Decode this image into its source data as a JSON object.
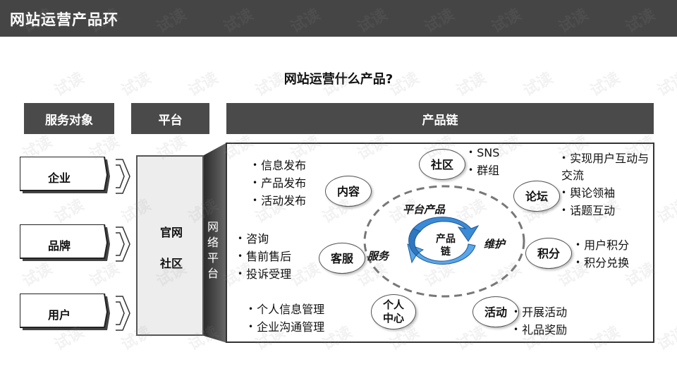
{
  "header": {
    "title": "网站运营产品环"
  },
  "question": "网站运营什么产品?",
  "columns": {
    "target": "服务对象",
    "platform": "平台",
    "chain": "产品链"
  },
  "targets": [
    "企业",
    "品牌",
    "用户"
  ],
  "platform": {
    "official_site": "官网",
    "community": "社区",
    "network_platform": "网络平台"
  },
  "chain": {
    "cycle_top": "平台产品",
    "cycle_left": "服务",
    "cycle_right": "维护",
    "cycle_center": "产品链",
    "nodes": {
      "content": {
        "label": "内容",
        "items": [
          "信息发布",
          "产品发布",
          "活动发布"
        ]
      },
      "community": {
        "label": "社区",
        "items": [
          "SNS",
          "群组"
        ]
      },
      "forum": {
        "label": "论坛",
        "items": [
          "实现用户互动与交流",
          "舆论领袖",
          "话题互动"
        ]
      },
      "customer_service": {
        "label": "客服",
        "items": [
          "咨询",
          "售前售后",
          "投诉受理"
        ]
      },
      "points": {
        "label": "积分",
        "items": [
          "用户积分",
          "积分兑换"
        ]
      },
      "personal_center": {
        "label": "个人中心",
        "items": [
          "个人信息管理",
          "企业沟通管理"
        ]
      },
      "activity": {
        "label": "活动",
        "items": [
          "开展活动",
          "礼品奖励"
        ]
      }
    }
  },
  "watermark_text": "试读",
  "colors": {
    "title_bar": "#454545",
    "header": "#4a4a4a",
    "cycle_blue": "#3b8ad6"
  }
}
